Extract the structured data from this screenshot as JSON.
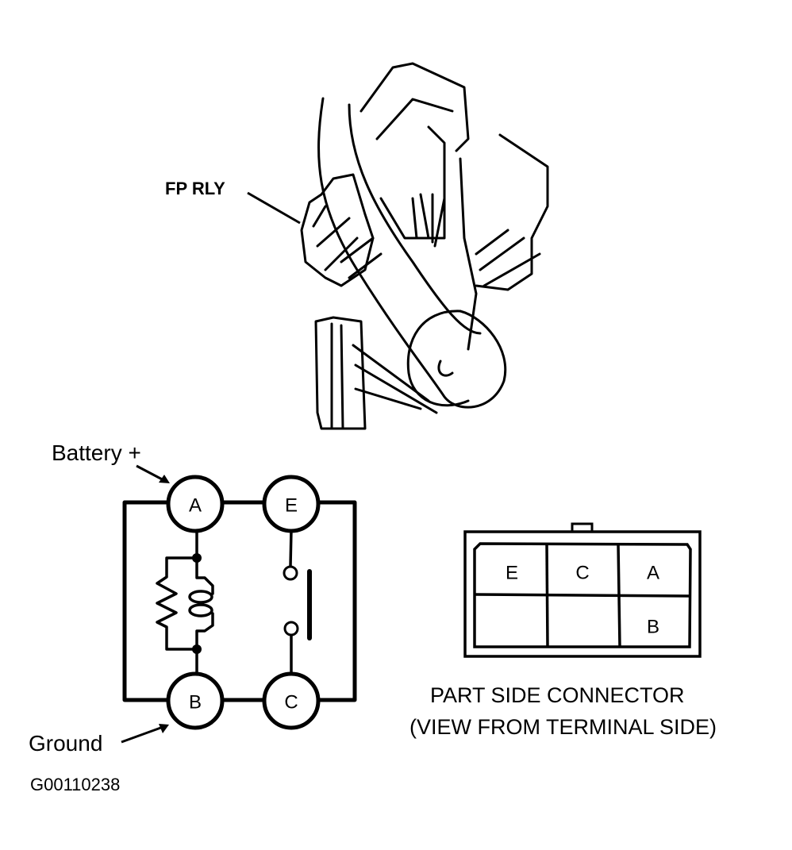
{
  "illustration": {
    "callout_label": "FP RLY",
    "subject": "fuel pump relay mounted in relay block with wiring harness"
  },
  "schematic": {
    "battery_label": "Battery +",
    "ground_label": "Ground",
    "terminals": [
      {
        "id": "A",
        "label": "A",
        "role": "coil supply (Battery +)"
      },
      {
        "id": "E",
        "label": "E",
        "role": "switch contact"
      },
      {
        "id": "B",
        "label": "B",
        "role": "coil ground"
      },
      {
        "id": "C",
        "label": "C",
        "role": "switch contact"
      }
    ],
    "components": [
      "resistor",
      "coil",
      "normally-open switch"
    ]
  },
  "connector": {
    "cells": [
      {
        "label": "E"
      },
      {
        "label": "C"
      },
      {
        "label": "A"
      },
      {
        "label": ""
      },
      {
        "label": ""
      },
      {
        "label": "B"
      }
    ],
    "caption_line1": "PART SIDE CONNECTOR",
    "caption_line2": "(VIEW FROM TERMINAL SIDE)"
  },
  "figure_id": "G00110238",
  "colors": {
    "ink": "#000000",
    "background": "#ffffff"
  }
}
